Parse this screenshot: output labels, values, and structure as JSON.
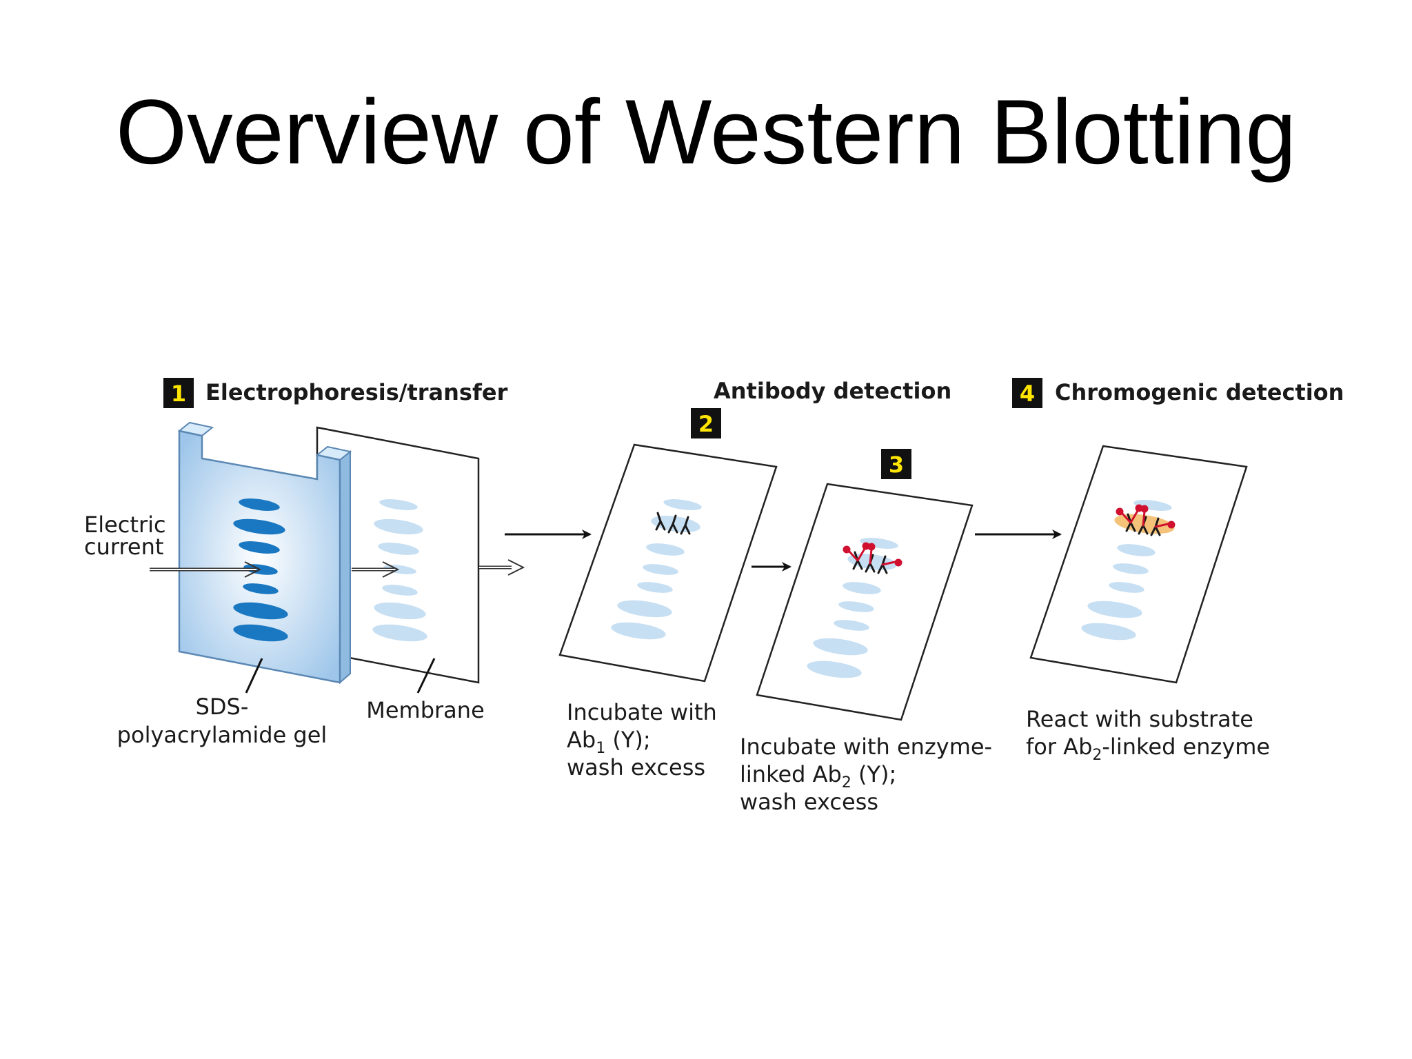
{
  "title": "Overview of Western Blotting",
  "steps": [
    {
      "number": "1",
      "label": "Electrophoresis/transfer"
    },
    {
      "number": "2",
      "label": "Antibody detection"
    },
    {
      "number": "3",
      "label": ""
    },
    {
      "number": "4",
      "label": "Chromogenic detection"
    }
  ],
  "labels": {
    "electric_current_1": "Electric",
    "electric_current_2": "current",
    "gel_1": "SDS-",
    "gel_2": "polyacrylamide gel",
    "membrane": "Membrane",
    "step2_line1": "Incubate with",
    "step2_ab": "Ab",
    "step2_ab_sub": "1",
    "step2_ab_tail": " (Y);",
    "step2_line3": "wash excess",
    "step3_line1": "Incubate with enzyme-",
    "step3_ab_pre": "linked Ab",
    "step3_ab_sub": "2",
    "step3_ab_tail": " (Y);",
    "step3_line3": "wash excess",
    "step4_line1": "React with substrate",
    "step4_pre": "for Ab",
    "step4_sub": "2",
    "step4_tail": "-linked enzyme"
  },
  "colors": {
    "gel": "#bcd9f2",
    "band_dark": "#1a78c2",
    "band_light": "#c7dff3",
    "antibody1": "#1a1a1a",
    "antibody2": "#d0102e",
    "chromogen": "#f5c27a",
    "step_box": "#111111",
    "step_number": "#ffe600"
  }
}
